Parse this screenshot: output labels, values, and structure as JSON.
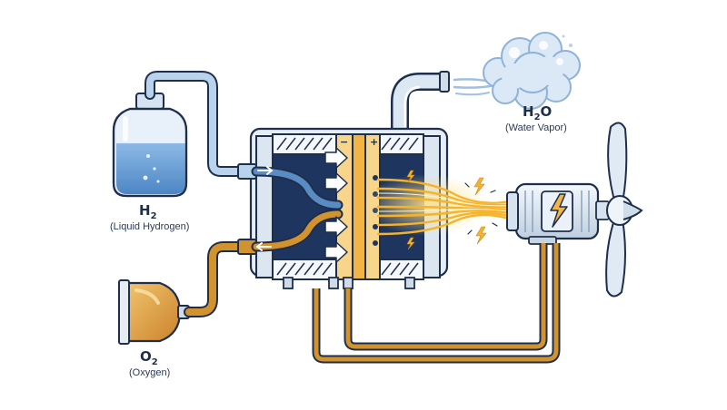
{
  "labels": {
    "h2": {
      "formula": "H",
      "sub": "2",
      "description": "(Liquid Hydrogen)"
    },
    "o2": {
      "formula": "O",
      "sub": "2",
      "description": "(Oxygen)"
    },
    "h2o": {
      "formula_a": "H",
      "sub": "2",
      "formula_b": "O",
      "description": "(Water Vapor)"
    },
    "anode_sign": "−",
    "cathode_sign": "+"
  },
  "colors": {
    "outline": "#1f2f4a",
    "hydrogen_blue": "#5a8cc4",
    "pipe_blue": "#b9d3ec",
    "oxygen_orange": "#d2932f",
    "electrolyte": "#f1b545",
    "cell_dark": "#1e3560",
    "cell_body": "#e5eef7",
    "energy_glow": "#f6b42c",
    "motor_body": "#dfe8f2"
  },
  "icons": [
    "lightning-bolt-icon",
    "steam-cloud-icon",
    "flow-arrow-icon",
    "propeller-icon"
  ]
}
